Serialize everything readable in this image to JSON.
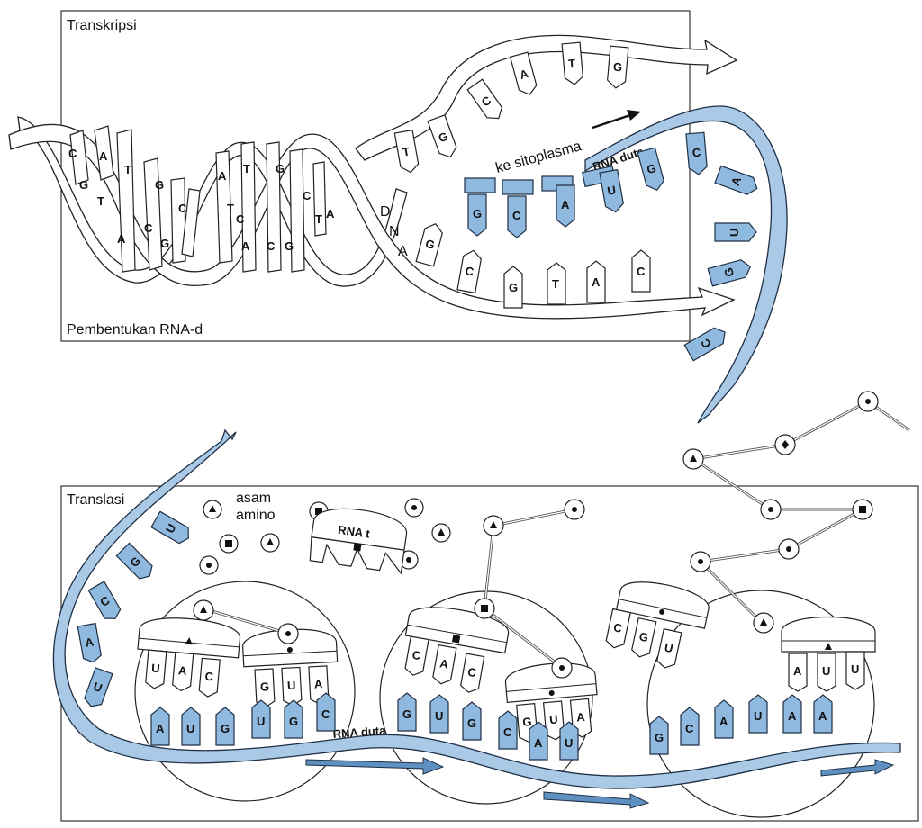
{
  "panels": {
    "top": {
      "title": "Transkripsi",
      "footer": "Pembentukan RNA-d",
      "dna_label_letters": [
        "D",
        "N",
        "A"
      ],
      "to_cytoplasm": "ke sitoplasma",
      "mrna_label": "RNA duta",
      "helix_upper_letters": [
        "C",
        "G",
        "A",
        "T",
        "T",
        "G",
        "C",
        "A",
        "T",
        "G",
        "C",
        "A",
        "T",
        "T"
      ],
      "helix_lower_letters": [
        "A",
        "C",
        "G",
        "C",
        "A",
        "C",
        "G"
      ],
      "upper_strand_letters": [
        "T",
        "G",
        "C",
        "A",
        "T",
        "G"
      ],
      "lower_strand_letters": [
        "G",
        "C",
        "G",
        "T",
        "A",
        "C"
      ],
      "mrna_letters": [
        "G",
        "C",
        "A",
        "U",
        "G",
        "C",
        "A",
        "U",
        "G",
        "C"
      ]
    },
    "bottom": {
      "title": "Translasi",
      "amino_label_1": "asam",
      "amino_label_2": "amino",
      "trna_label": "RNA t",
      "mrna_label": "RNA duta",
      "incoming_mrna_letters": [
        "U",
        "G",
        "C",
        "A",
        "U"
      ],
      "ribosome1_anticodons_a": [
        "U",
        "A",
        "C"
      ],
      "ribosome1_anticodons_b": [
        "G",
        "U",
        "A"
      ],
      "ribosome1_codons": [
        "A",
        "U",
        "G",
        "U",
        "G",
        "C"
      ],
      "ribosome2_anticodons_a": [
        "C",
        "A",
        "C"
      ],
      "ribosome2_anticodons_b": [
        "G",
        "U",
        "A"
      ],
      "ribosome2_codons": [
        "G",
        "U",
        "G",
        "C",
        "A",
        "U"
      ],
      "leaving_trna_letters": [
        "C",
        "G",
        "U"
      ],
      "ribosome3_anticodons": [
        "A",
        "U",
        "U"
      ],
      "ribosome3_codons": [
        "G",
        "C",
        "A",
        "U",
        "A",
        "A"
      ]
    }
  }
}
